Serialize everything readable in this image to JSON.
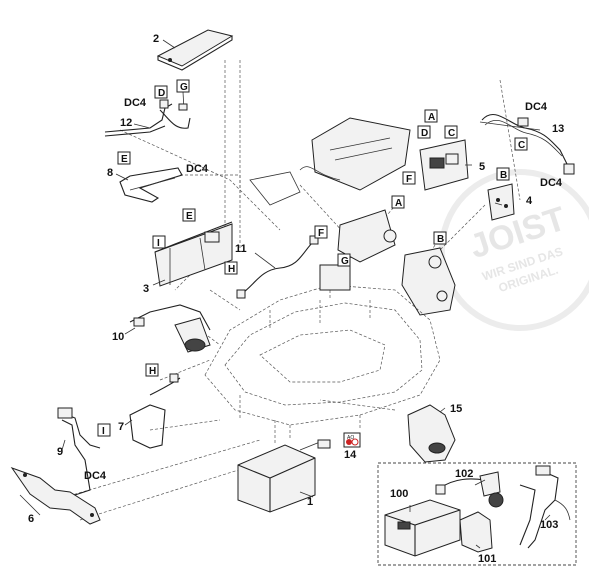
{
  "diagram": {
    "part_numbers": [
      "1",
      "2",
      "3",
      "4",
      "5",
      "6",
      "7",
      "8",
      "9",
      "10",
      "11",
      "12",
      "13",
      "14",
      "15",
      "100",
      "101",
      "102",
      "103"
    ],
    "connector_letters": [
      "A",
      "A",
      "B",
      "B",
      "C",
      "C",
      "D",
      "D",
      "E",
      "E",
      "F",
      "F",
      "G",
      "G",
      "H",
      "H",
      "I",
      "I"
    ],
    "cable_codes": [
      "DC4",
      "DC4",
      "DC4",
      "DC4",
      "DC4"
    ],
    "watermark": {
      "brand": "JOIST",
      "line1": "WIR SIND DAS",
      "line2": "ORIGINAL."
    },
    "colors": {
      "line": "#222222",
      "dash": "#555555",
      "watermark": "#e6e6e6",
      "icon_red": "#cc2222"
    }
  }
}
